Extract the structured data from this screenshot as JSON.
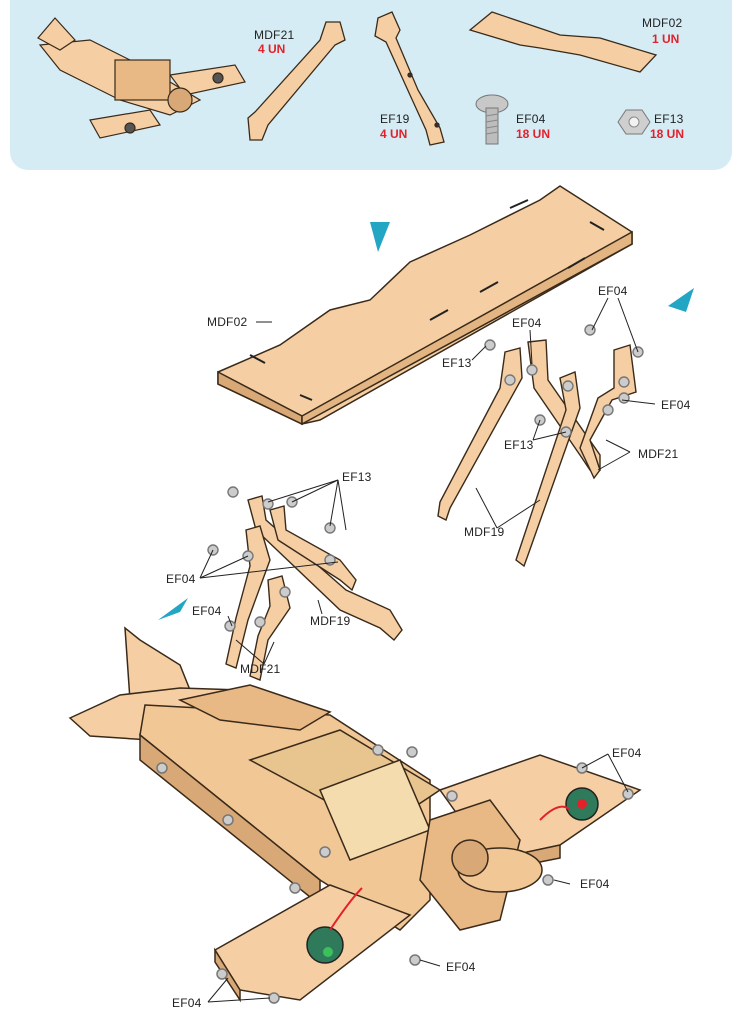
{
  "parts_list": {
    "mdf21": {
      "code": "MDF21",
      "qty": "4 UN"
    },
    "ef19": {
      "code": "EF19",
      "qty": "4 UN"
    },
    "ef04": {
      "code": "EF04",
      "qty": "18 UN"
    },
    "mdf02": {
      "code": "MDF02",
      "qty": "1 UN"
    },
    "ef13": {
      "code": "EF13",
      "qty": "18 UN"
    }
  },
  "callouts": {
    "mdf02": "MDF02",
    "ef13_right": "EF13",
    "ef04_right_top": "EF04",
    "ef04_right_top2": "EF04",
    "ef04_right_side": "EF04",
    "ef13_right_mid": "EF13",
    "mdf21_right": "MDF21",
    "mdf19_right": "MDF19",
    "ef13_left": "EF13",
    "ef04_left": "EF04",
    "ef04_left2": "EF04",
    "mdf19_left": "MDF19",
    "mdf21_left": "MDF21",
    "ef04_plane_right": "EF04",
    "ef04_plane_mid": "EF04",
    "ef04_plane_bottom": "EF04",
    "ef04_plane_left": "EF04"
  },
  "colors": {
    "panel": "#d5ecf5",
    "wood": "#f5cfa3",
    "wood_dark": "#d9a877",
    "outline": "#3a2a1a",
    "arrow": "#22a6c4",
    "qty": "#e2212b"
  }
}
